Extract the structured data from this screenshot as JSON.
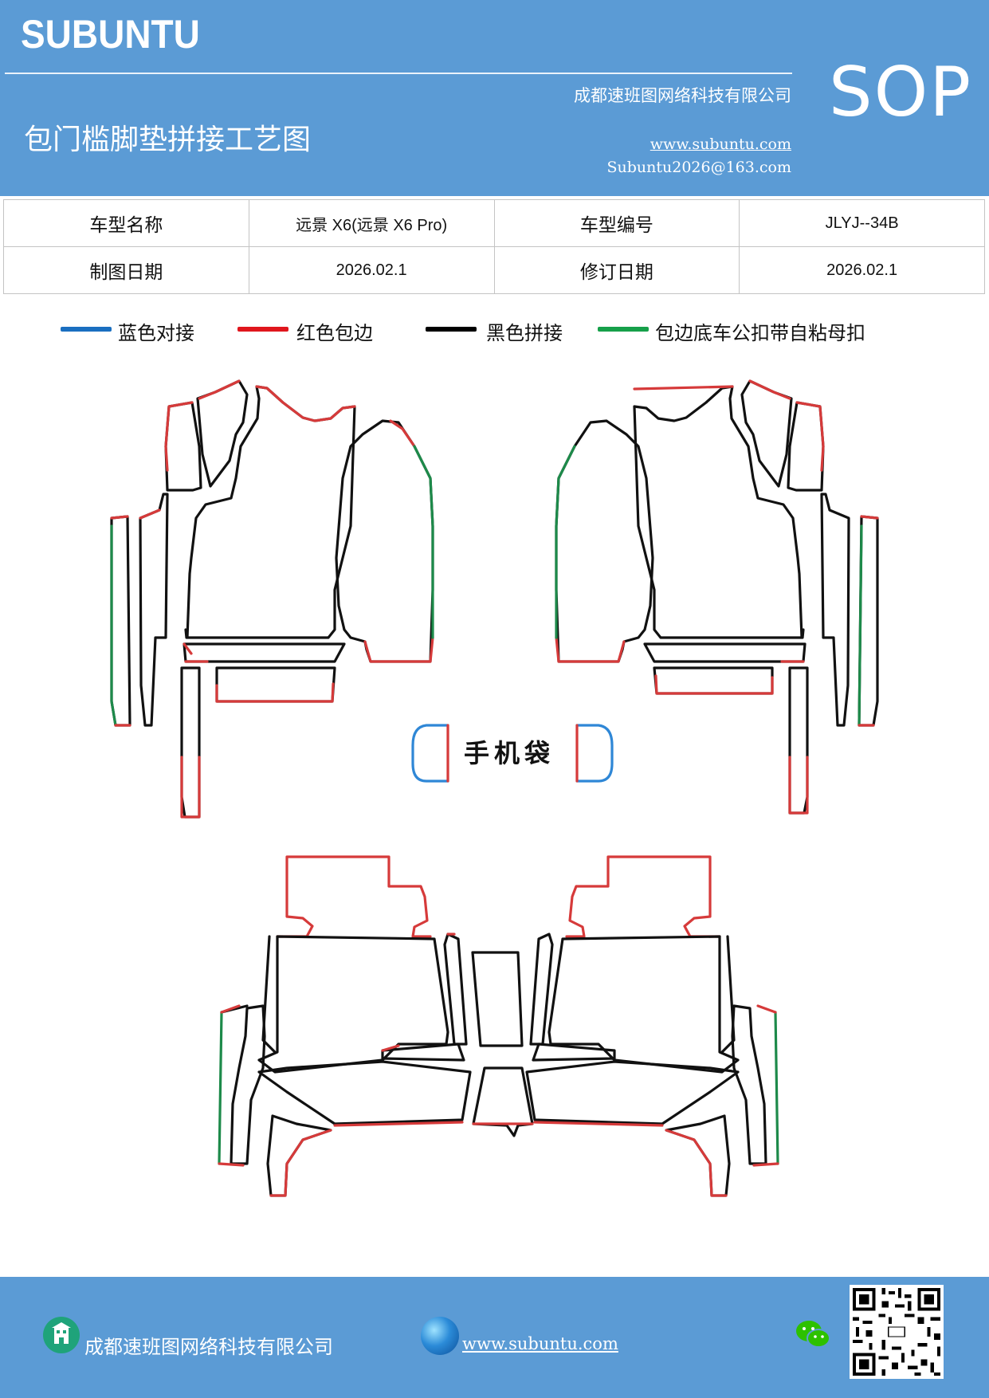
{
  "header": {
    "brand": "SUBUNTU",
    "company": "成都速班图网络科技有限公司",
    "title": "包门槛脚垫拼接工艺图",
    "website": "www.subuntu.com",
    "email": "Subuntu2026@163.com",
    "badge": "SOP"
  },
  "info_table": {
    "row1": {
      "label1": "车型名称",
      "value1": "远景 X6(远景 X6 Pro)",
      "label2": "车型编号",
      "value2": "JLYJ--34B"
    },
    "row2": {
      "label1": "制图日期",
      "value1": "2026.02.1",
      "label2": "修订日期",
      "value2": "2026.02.1"
    }
  },
  "legend": [
    {
      "label": "蓝色对接",
      "color": "#1a6fc0"
    },
    {
      "label": "红色包边",
      "color": "#e0161d"
    },
    {
      "label": "黑色拼接",
      "color": "#000000"
    },
    {
      "label": "包边底车公扣带自粘母扣",
      "color": "#16a04a"
    }
  ],
  "diagram": {
    "phone_pocket_label": "手机袋",
    "colors": {
      "black": "#111111",
      "red": "#d63a3a",
      "green": "#1d8a4a",
      "blue": "#2f87d6"
    }
  },
  "footer": {
    "company": "成都速班图网络科技有限公司",
    "website": "www.subuntu.com",
    "icons": [
      "building-icon",
      "globe-icon",
      "wechat-icon",
      "qr-code"
    ]
  }
}
